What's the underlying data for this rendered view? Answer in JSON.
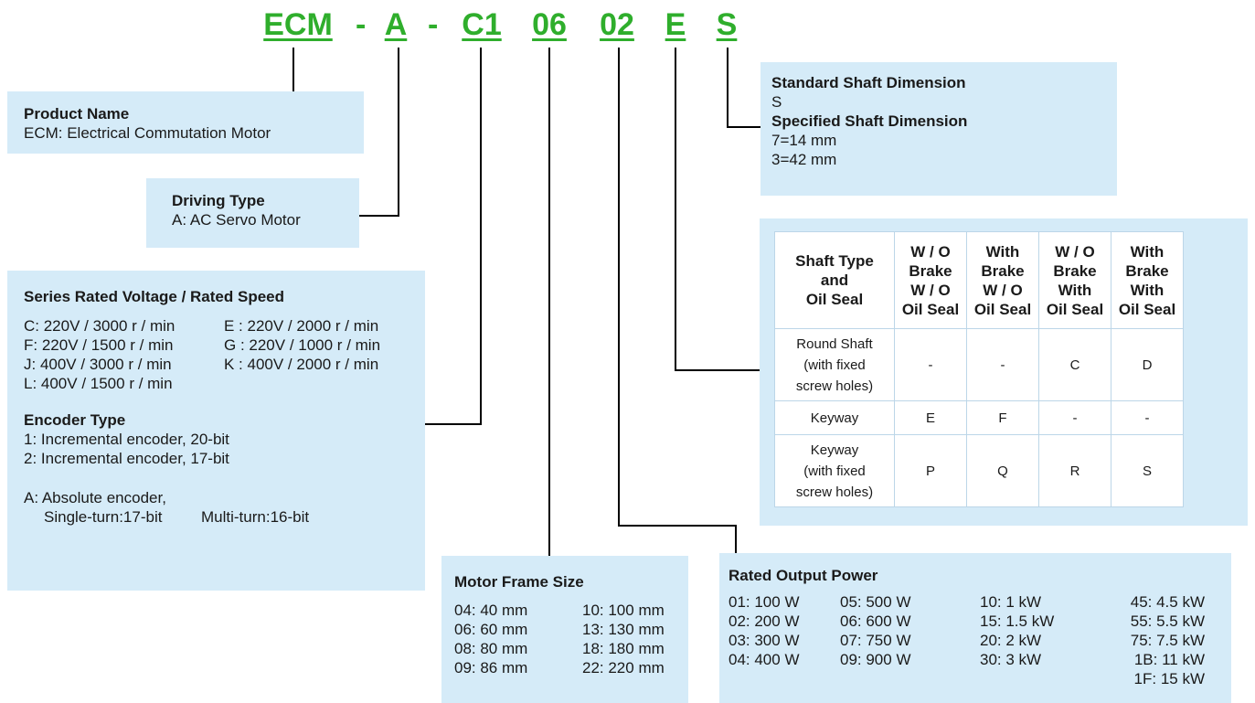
{
  "code": {
    "parts": [
      "ECM",
      "A",
      "C1",
      "06",
      "02",
      "E",
      "S"
    ],
    "separators": [
      "-",
      "-"
    ]
  },
  "product_name": {
    "title": "Product Name",
    "text": "ECM: Electrical Commutation Motor"
  },
  "driving_type": {
    "title": "Driving Type",
    "text": "A: AC Servo Motor"
  },
  "series": {
    "title": "Series Rated Voltage / Rated Speed",
    "rows": [
      [
        "C: 220V / 3000 r / min",
        "E : 220V / 2000 r / min"
      ],
      [
        "F: 220V / 1500 r / min",
        "G : 220V / 1000 r / min"
      ],
      [
        "J: 400V / 3000 r / min",
        "K : 400V / 2000 r / min"
      ],
      [
        "L: 400V / 1500 r / min",
        ""
      ]
    ],
    "encoder_title": "Encoder Type",
    "encoder_lines": [
      "1: Incremental encoder, 20-bit",
      "2: Incremental encoder, 17-bit",
      "A: Absolute encoder,"
    ],
    "encoder_abs_single": "Single-turn:17-bit",
    "encoder_abs_multi": "Multi-turn:16-bit"
  },
  "frame_size": {
    "title": "Motor Frame Size",
    "col1": [
      "04: 40 mm",
      "06: 60 mm",
      "08: 80 mm",
      "09: 86 mm"
    ],
    "col2": [
      "10: 100 mm",
      "13: 130 mm",
      "18: 180 mm",
      "22: 220 mm"
    ]
  },
  "output_power": {
    "title": "Rated Output Power",
    "col1": [
      "01: 100 W",
      "02: 200 W",
      "03: 300 W",
      "04: 400 W"
    ],
    "col2": [
      "05: 500 W",
      "06: 600 W",
      "07: 750 W",
      "09: 900 W"
    ],
    "col3": [
      "10: 1 kW",
      "15: 1.5 kW",
      "20: 2 kW",
      "30: 3 kW"
    ],
    "col4": [
      "45: 4.5 kW",
      "55: 5.5 kW",
      "75: 7.5 kW",
      "1B: 11 kW",
      "1F: 15 kW"
    ]
  },
  "shaft_dimension": {
    "std_title": "Standard Shaft Dimension",
    "std_value": "S",
    "spec_title": "Specified Shaft Dimension",
    "spec_values": [
      "7=14 mm",
      "3=42 mm"
    ]
  },
  "seal_table": {
    "headers": [
      [
        "Shaft Type",
        "and",
        "Oil Seal"
      ],
      [
        "W / O",
        "Brake",
        "W / O",
        "Oil Seal"
      ],
      [
        "With",
        "Brake",
        "W / O",
        "Oil Seal"
      ],
      [
        "W / O",
        "Brake",
        "With",
        "Oil Seal"
      ],
      [
        "With",
        "Brake",
        "With",
        "Oil Seal"
      ]
    ],
    "rows": [
      {
        "label": [
          "Round Shaft",
          "(with fixed",
          "screw holes)"
        ],
        "values": [
          "-",
          "-",
          "C",
          "D"
        ]
      },
      {
        "label": [
          "Keyway"
        ],
        "values": [
          "E",
          "F",
          "-",
          "-"
        ]
      },
      {
        "label": [
          "Keyway",
          "(with fixed",
          "screw holes)"
        ],
        "values": [
          "P",
          "Q",
          "R",
          "S"
        ]
      }
    ]
  },
  "colors": {
    "code_green": "#2fae2c",
    "box_blue": "#d5ebf8",
    "connector": "#000000"
  }
}
